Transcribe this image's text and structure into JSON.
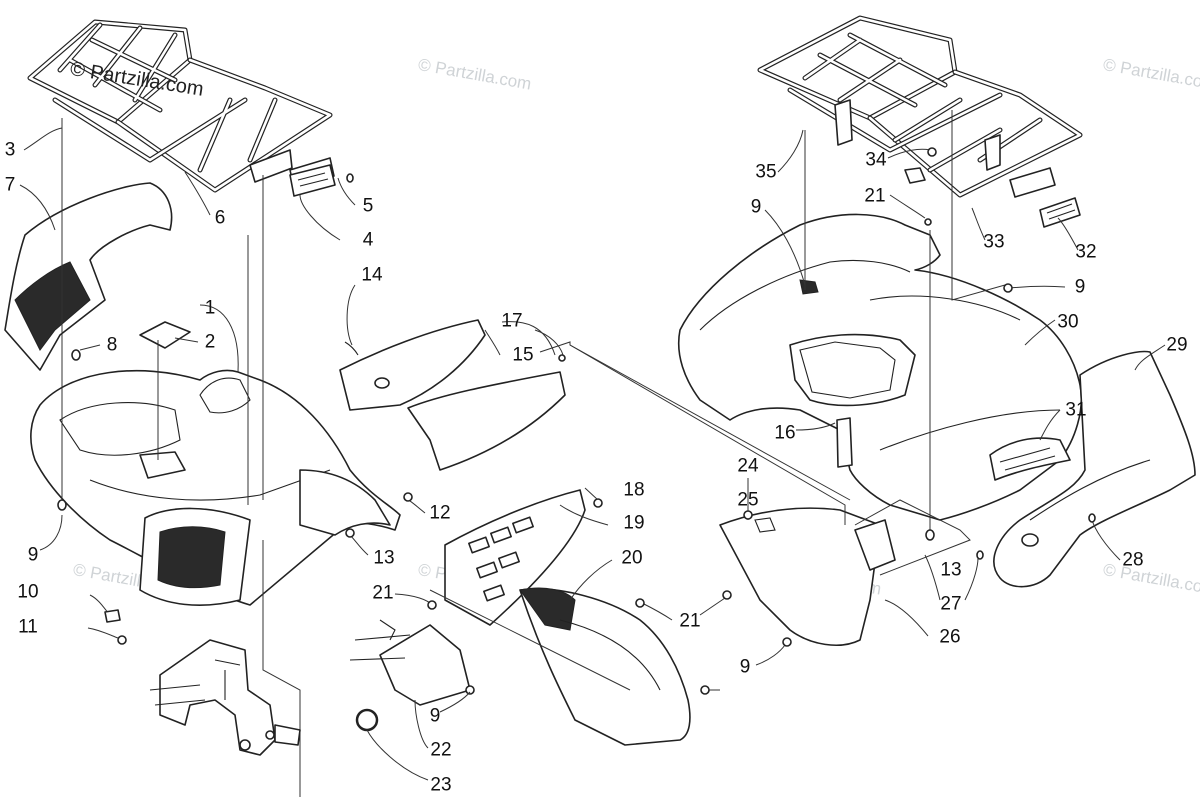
{
  "copyright": "© Partzilla.com",
  "watermark": "© Partzilla.com",
  "callouts": {
    "c1": "1",
    "c2": "2",
    "c3": "3",
    "c4": "4",
    "c5": "5",
    "c6": "6",
    "c7": "7",
    "c8": "8",
    "c9a": "9",
    "c9b": "9",
    "c9c": "9",
    "c9d": "9",
    "c9e": "9",
    "c10": "10",
    "c11": "11",
    "c12": "12",
    "c13a": "13",
    "c13b": "13",
    "c14": "14",
    "c15": "15",
    "c16": "16",
    "c17": "17",
    "c18": "18",
    "c19": "19",
    "c20": "20",
    "c21a": "21",
    "c21b": "21",
    "c21c": "21",
    "c22": "22",
    "c23": "23",
    "c24": "24",
    "c25": "25",
    "c26": "26",
    "c27": "27",
    "c28": "28",
    "c29": "29",
    "c30": "30",
    "c31": "31",
    "c32": "32",
    "c33": "33",
    "c34": "34",
    "c35": "35"
  }
}
